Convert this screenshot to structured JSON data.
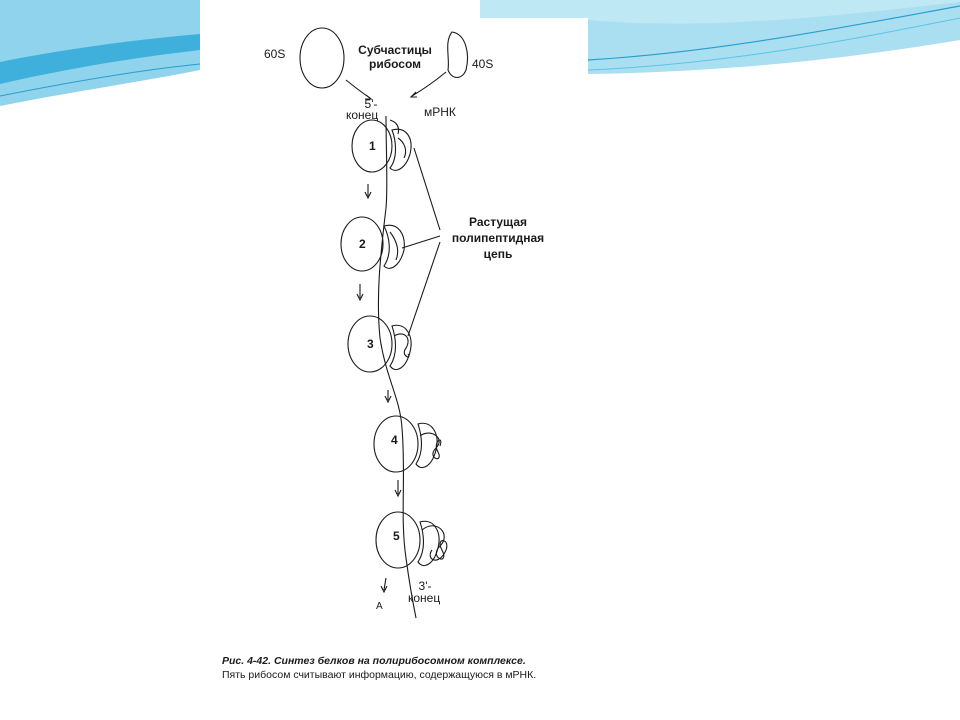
{
  "slide": {
    "theme_colors": {
      "wave_light": "#a9dff0",
      "wave_mid": "#5cc4e6",
      "wave_dark": "#2a9ccc"
    }
  },
  "diagram": {
    "subunit_large": "60S",
    "subunit_small": "40S",
    "subunits_title_line1": "Субчастицы",
    "subunits_title_line2": "рибосом",
    "end5_line1": "5'-",
    "end5_line2": "конец",
    "mrna_label": "мРНК",
    "chain_line1": "Растущая",
    "chain_line2": "полипептидная",
    "chain_line3": "цепь",
    "ribosomes": [
      "1",
      "2",
      "3",
      "4",
      "5"
    ],
    "end3_line1": "3'-",
    "end3_line2": "конец",
    "bottom_mark": "A"
  },
  "caption": {
    "title": "Рис. 4-42. Синтез белков на полирибосомном комплексе.",
    "text": "Пять рибосом считывают информацию, содержащуюся в мРНК."
  }
}
